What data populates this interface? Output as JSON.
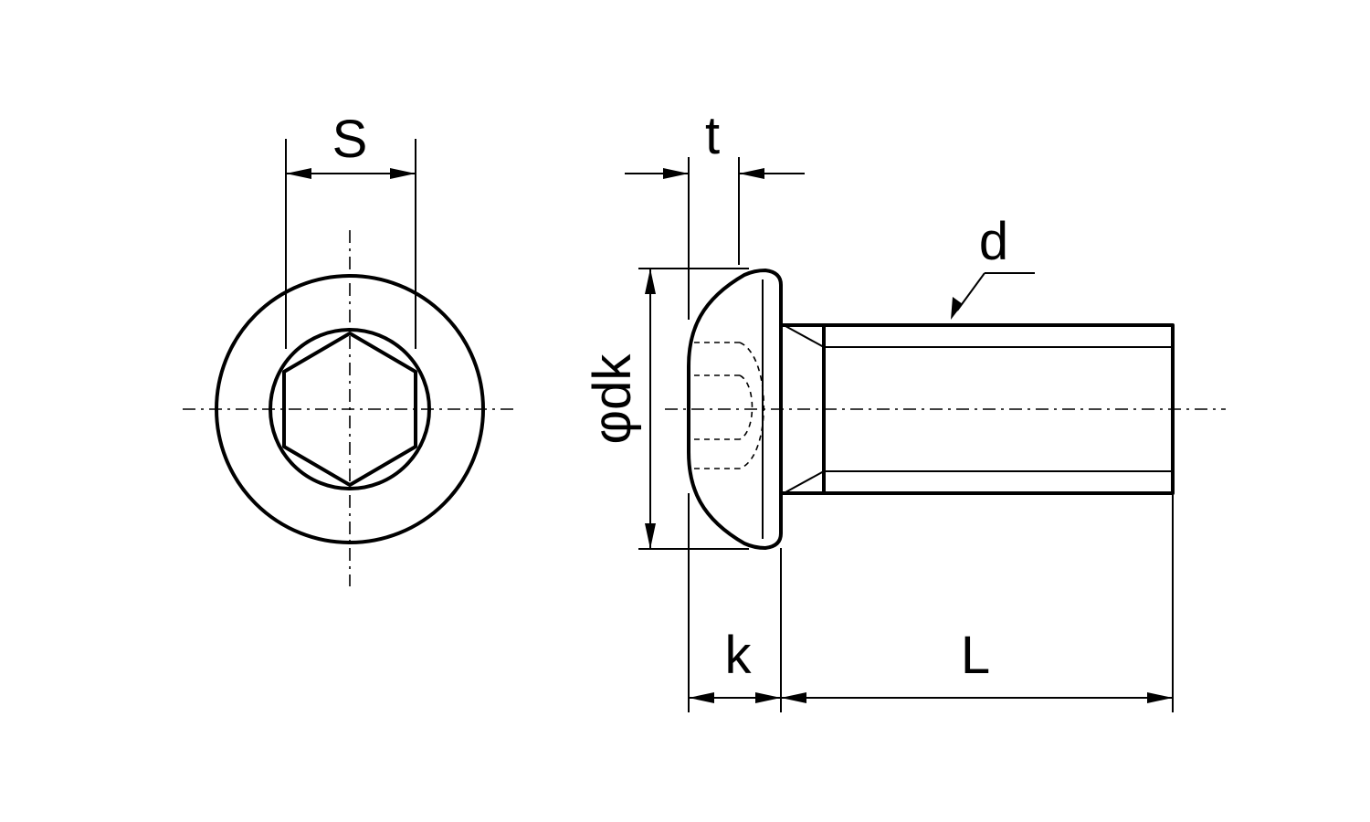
{
  "dimensions": {
    "hex_socket_size": "S",
    "socket_depth": "t",
    "thread_diameter": "d",
    "head_diameter": "φdk",
    "head_height": "k",
    "length": "L"
  },
  "colors": {
    "line": "#000000",
    "background": "#ffffff"
  }
}
